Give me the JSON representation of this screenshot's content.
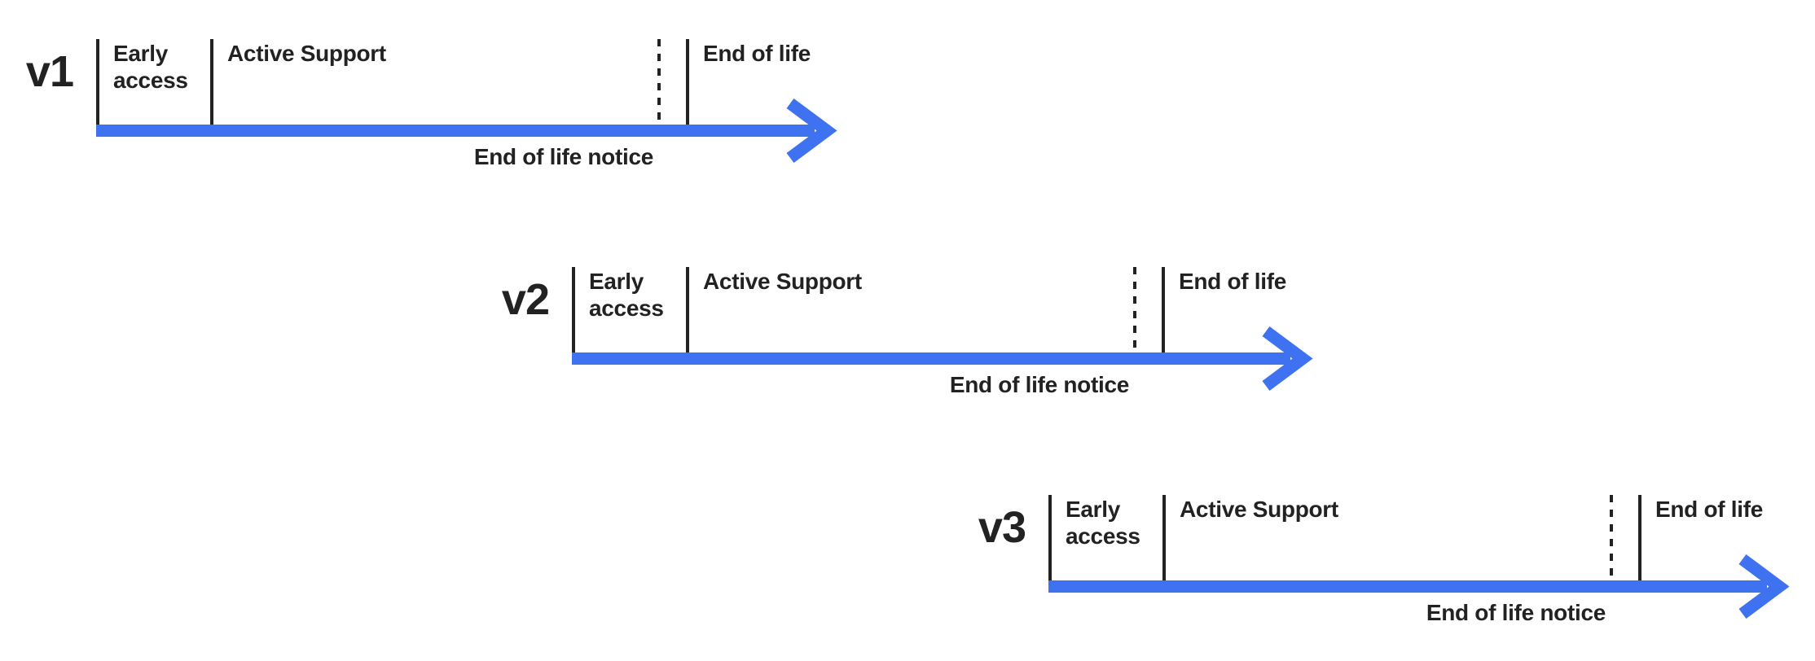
{
  "colors": {
    "arrow_blue": "#3E72F0",
    "ink": "#222222",
    "background": "#FFFFFF"
  },
  "labels": {
    "early_access": "Early access",
    "active_support": "Active Support",
    "end_of_life": "End of life",
    "eol_notice": "End of life notice"
  },
  "timelines": [
    {
      "version": "v1"
    },
    {
      "version": "v2"
    },
    {
      "version": "v3"
    }
  ]
}
